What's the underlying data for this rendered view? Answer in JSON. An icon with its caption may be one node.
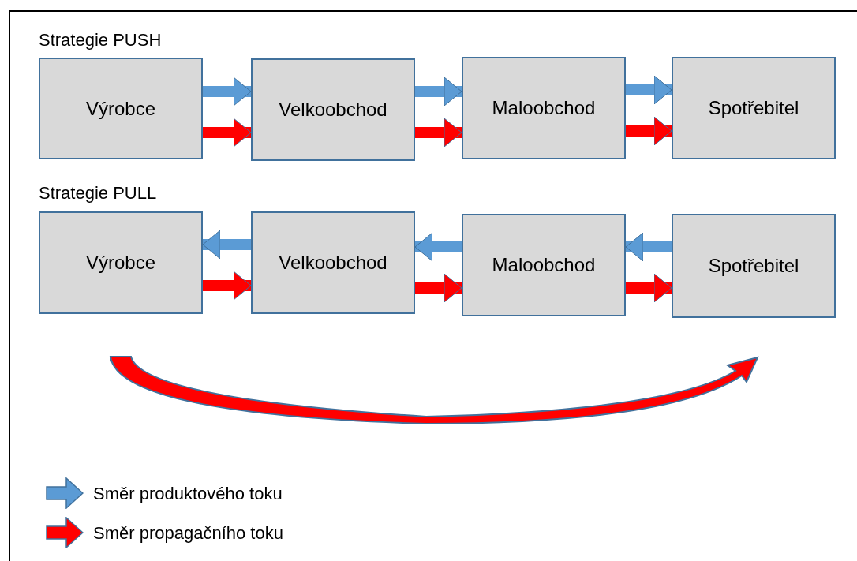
{
  "diagram": {
    "nodes": [
      {
        "text": [
          "Výrobce"
        ]
      },
      {
        "text": [
          "Velkoobchod"
        ]
      },
      {
        "text": [
          "Maloobchod"
        ]
      },
      {
        "text": [
          "Spotřebitel"
        ]
      },
      {
        "text": [
          "Výrobce"
        ]
      },
      {
        "text": [
          "Velkoobchod"
        ]
      },
      {
        "text": [
          "Maloobchod"
        ]
      },
      {
        "text": [
          "Spotřebitel"
        ]
      }
    ],
    "edges": [
      {
        "from": 0,
        "to": 1,
        "arrow": "to",
        "color": "#5b9bd5"
      },
      {
        "from": 0,
        "to": 1,
        "arrow": "to",
        "color": "#ff0000"
      },
      {
        "from": 1,
        "to": 2,
        "arrow": "to",
        "color": "#5b9bd5"
      },
      {
        "from": 1,
        "to": 2,
        "arrow": "to",
        "color": "#ff0000"
      },
      {
        "from": 2,
        "to": 3,
        "arrow": "to",
        "color": "#5b9bd5"
      },
      {
        "from": 2,
        "to": 3,
        "arrow": "to",
        "color": "#ff0000"
      },
      {
        "from": 5,
        "to": 4,
        "arrow": "to",
        "color": "#5b9bd5"
      },
      {
        "from": 4,
        "to": 5,
        "arrow": "to",
        "color": "#ff0000"
      },
      {
        "from": 6,
        "to": 5,
        "arrow": "to",
        "color": "#5b9bd5"
      },
      {
        "from": 5,
        "to": 6,
        "arrow": "to",
        "color": "#ff0000"
      },
      {
        "from": 7,
        "to": 6,
        "arrow": "to",
        "color": "#5b9bd5"
      },
      {
        "from": 6,
        "to": 7,
        "arrow": "to",
        "color": "#ff0000"
      }
    ],
    "labels": [
      "Strategie PUSH",
      "Strategie PULL"
    ],
    "legend": [
      {
        "text": "Směr produktového toku",
        "color": "#5b9bd5"
      },
      {
        "text": "Směr propagačního toku",
        "color": "#ff0000"
      }
    ]
  }
}
